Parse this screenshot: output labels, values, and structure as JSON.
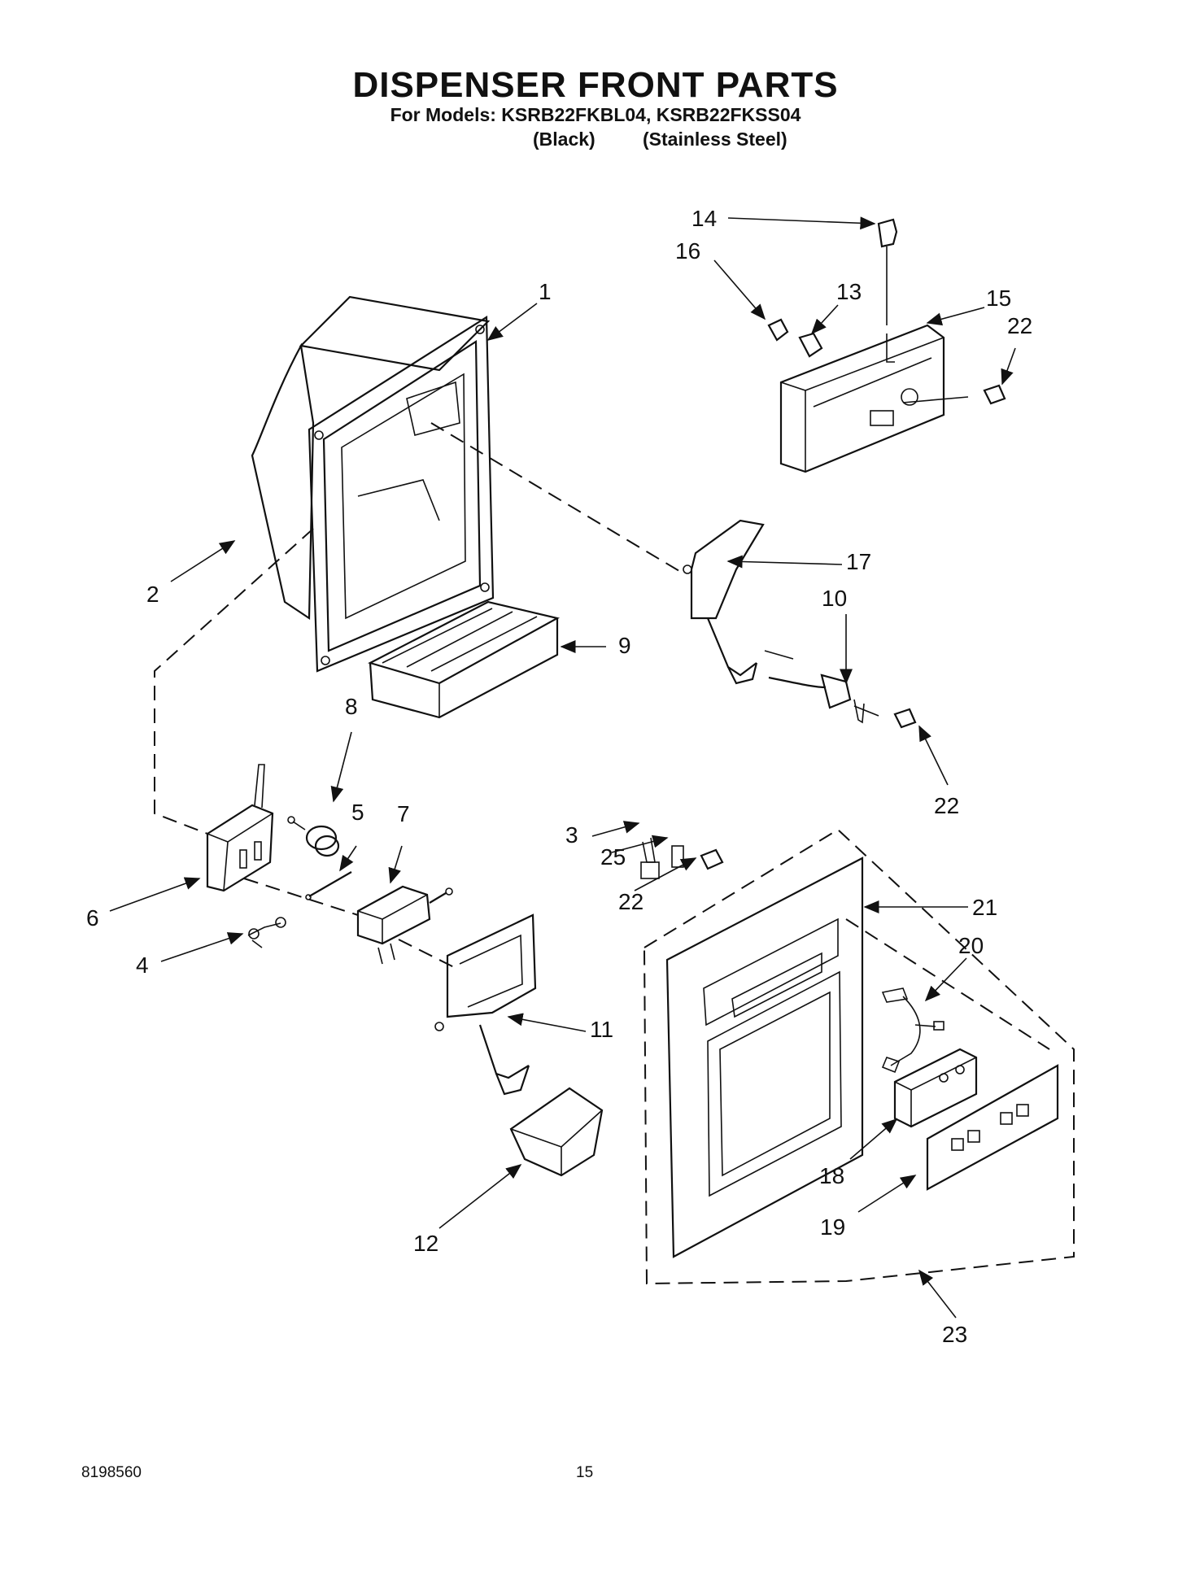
{
  "header": {
    "title": "DISPENSER FRONT PARTS",
    "models_line": "For Models: KSRB22FKBL04, KSRB22FKSS04",
    "variant_black": "(Black)",
    "variant_stainless": "(Stainless Steel)"
  },
  "footer": {
    "doc_number": "8198560",
    "page_number": "15"
  },
  "callouts": {
    "c1": "1",
    "c2": "2",
    "c3": "3",
    "c4": "4",
    "c5": "5",
    "c6": "6",
    "c7": "7",
    "c8": "8",
    "c9": "9",
    "c10": "10",
    "c11": "11",
    "c12": "12",
    "c13": "13",
    "c14": "14",
    "c15": "15",
    "c16": "16",
    "c17": "17",
    "c18": "18",
    "c19": "19",
    "c20": "20",
    "c21": "21",
    "c22a": "22",
    "c22b": "22",
    "c22c": "22",
    "c23": "23",
    "c25": "25"
  }
}
